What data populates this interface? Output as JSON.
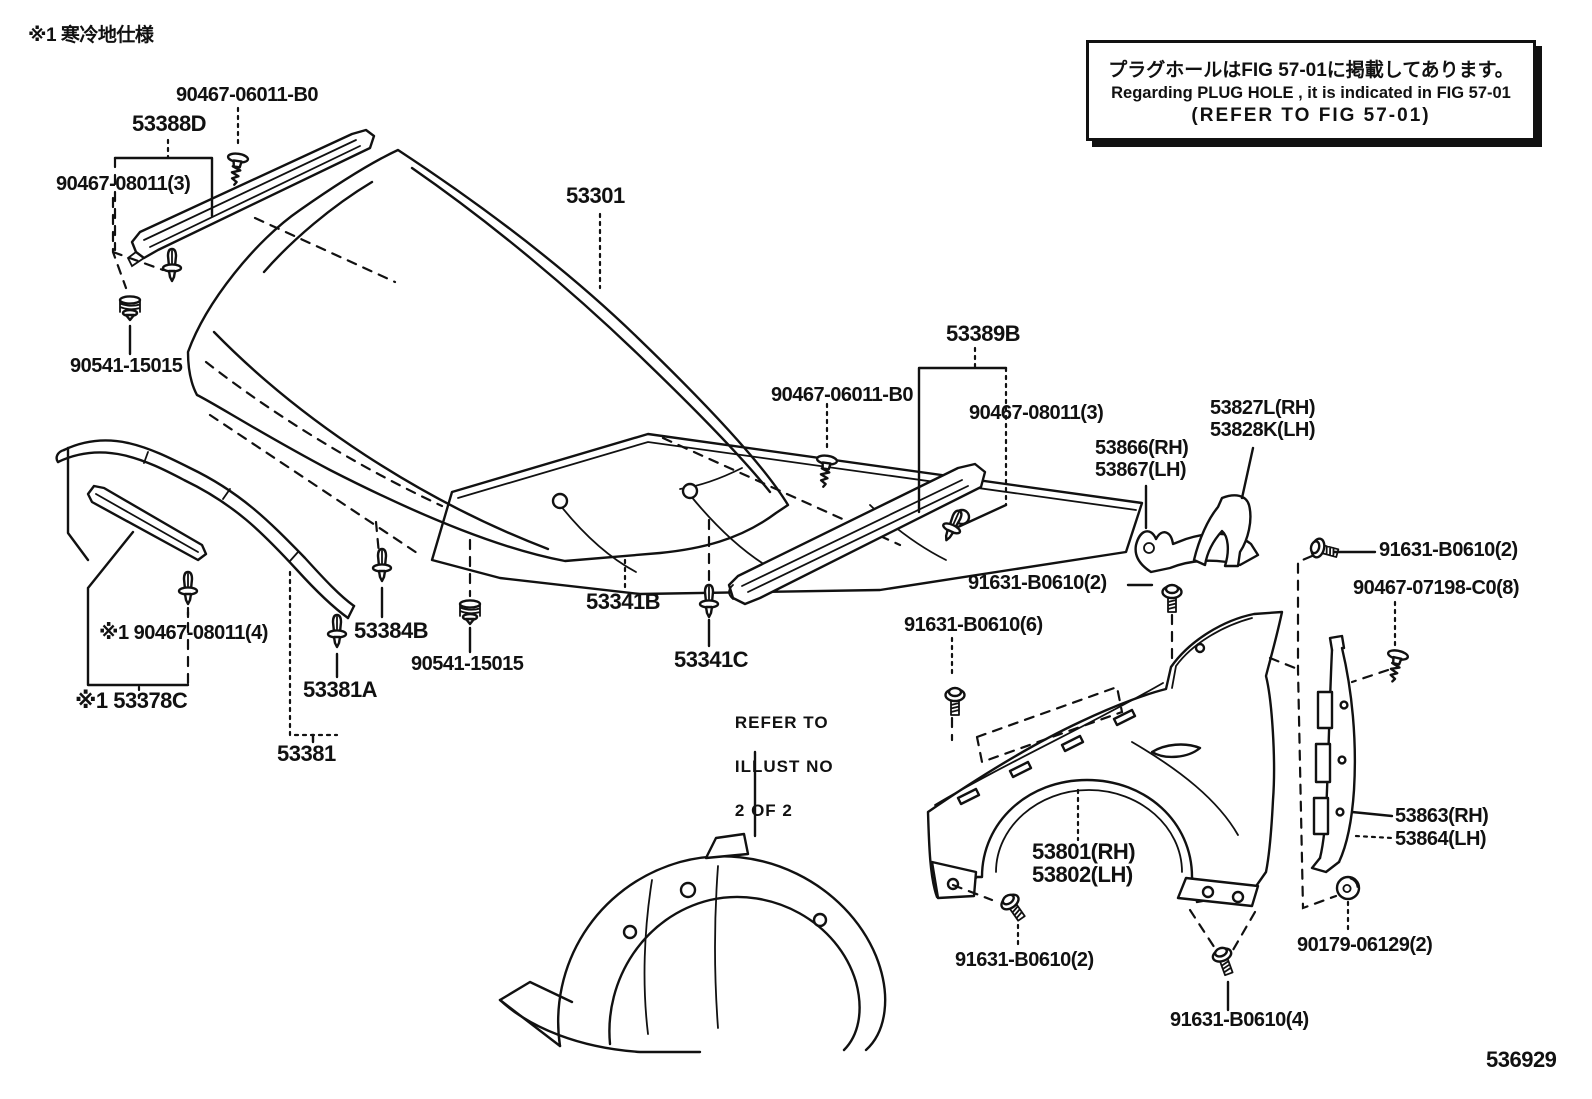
{
  "note": "※1 寒冷地仕様",
  "info_box": {
    "line1": "プラグホールはFIG 57-01に掲載してあります。",
    "line2": "Regarding PLUG HOLE , it is indicated in FIG 57-01",
    "line3": "(REFER TO FIG 57-01)"
  },
  "refer_note": {
    "line1": "REFER TO",
    "line2": "ILLUST NO",
    "line3": "2 OF 2"
  },
  "diagram_number": "536929",
  "labels": {
    "p90467_06011_a": "90467-06011-B0",
    "p53388d": "53388D",
    "p90467_08011_3a": "90467-08011(3)",
    "p90541_a": "90541-15015",
    "p53301": "53301",
    "p53389b": "53389B",
    "p90467_06011_b": "90467-06011-B0",
    "p90467_08011_3b": "90467-08011(3)",
    "p53827l": "53827L(RH)",
    "p53828k": "53828K(LH)",
    "p53866": "53866(RH)",
    "p53867": "53867(LH)",
    "p91631_2_right": "91631-B0610(2)",
    "p90467_07198": "90467-07198-C0(8)",
    "p91631_2_mid": "91631-B0610(2)",
    "p91631_6": "91631-B0610(6)",
    "p53341b": "53341B",
    "p53341c": "53341C",
    "p90467_08011_4": "※1 90467-08011(4)",
    "p53378c": "※1 53378C",
    "p53384b": "53384B",
    "p90541_b": "90541-15015",
    "p53381a": "53381A",
    "p53381": "53381",
    "p53801": "53801(RH)",
    "p53802": "53802(LH)",
    "p53863": "53863(RH)",
    "p53864": "53864(LH)",
    "p91631_2_bot": "91631-B0610(2)",
    "p90179": "90179-06129(2)",
    "p91631_4": "91631-B0610(4)"
  }
}
